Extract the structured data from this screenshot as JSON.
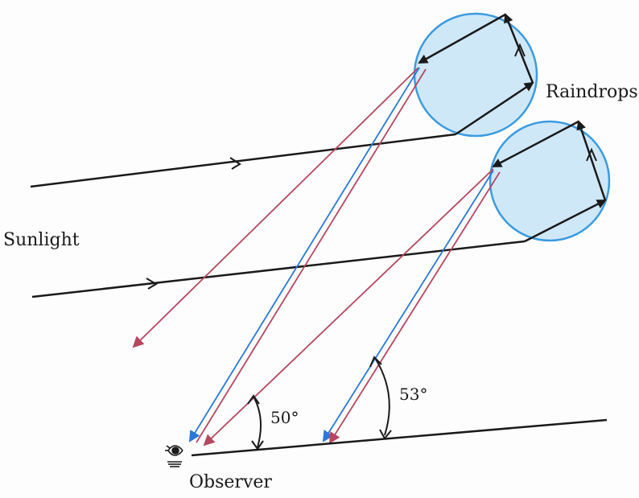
{
  "labels": {
    "raindrops": "Raindrops",
    "sunlight": "Sunlight",
    "observer": "Observer",
    "angle_violet": "50°",
    "angle_red": "53°"
  },
  "colors": {
    "drop_fill": "#cfe8f8",
    "drop_stroke": "#3b9be0",
    "ray_black": "#1a1a1a",
    "ray_red": "#b5475f",
    "ray_blue": "#2a78d8",
    "background": "#fdfdfd"
  },
  "icons": {
    "observer": "eye-icon"
  }
}
